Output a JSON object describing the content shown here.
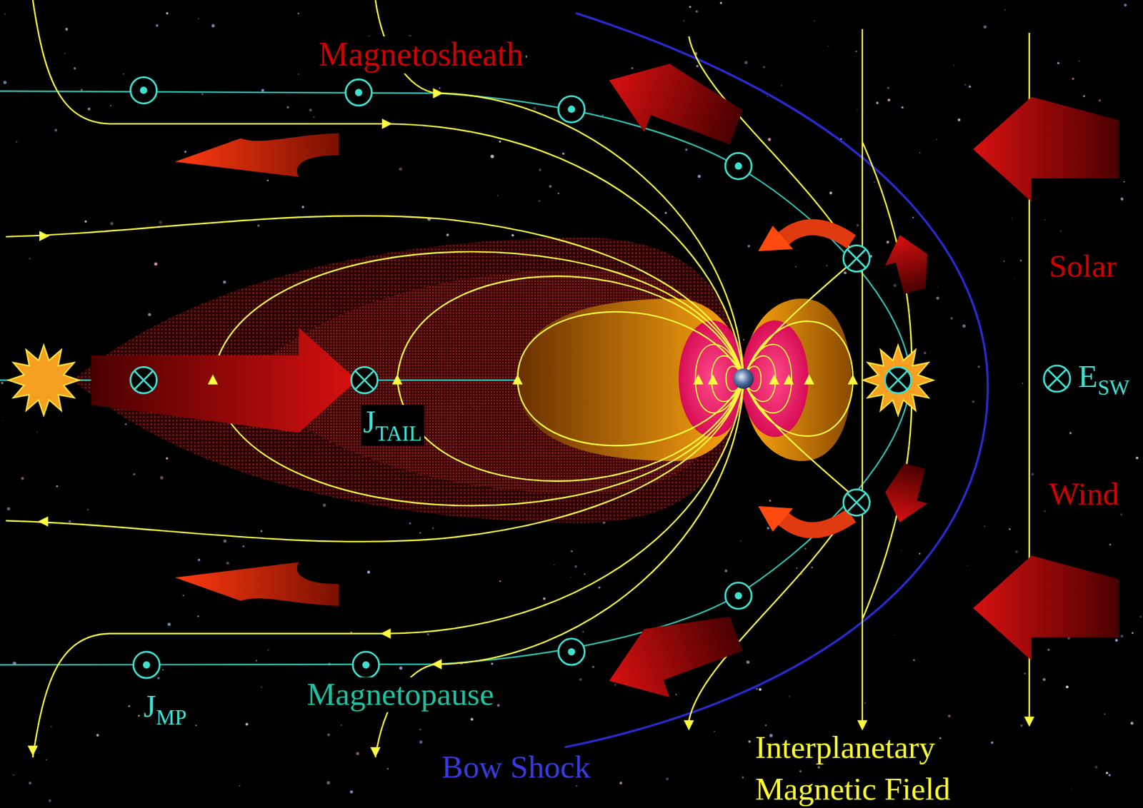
{
  "diagram": {
    "labels": [
      "Magnetosheath",
      "Solar",
      "Wind",
      "ESW",
      "JTAIL",
      "Magnetopause",
      "JMP",
      "Bow Shock",
      "Interplanetary Magnetic Field"
    ]
  }
}
